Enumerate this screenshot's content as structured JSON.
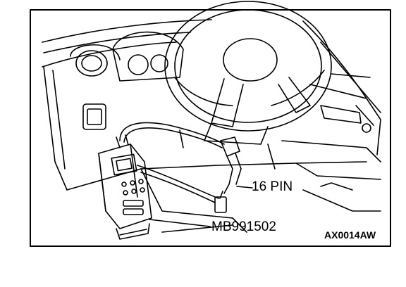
{
  "labels": {
    "connector": "16 PIN",
    "tool": "MB991502",
    "figure_code": "AX0014AW"
  },
  "colors": {
    "ink": "#000000",
    "paper": "#ffffff"
  }
}
